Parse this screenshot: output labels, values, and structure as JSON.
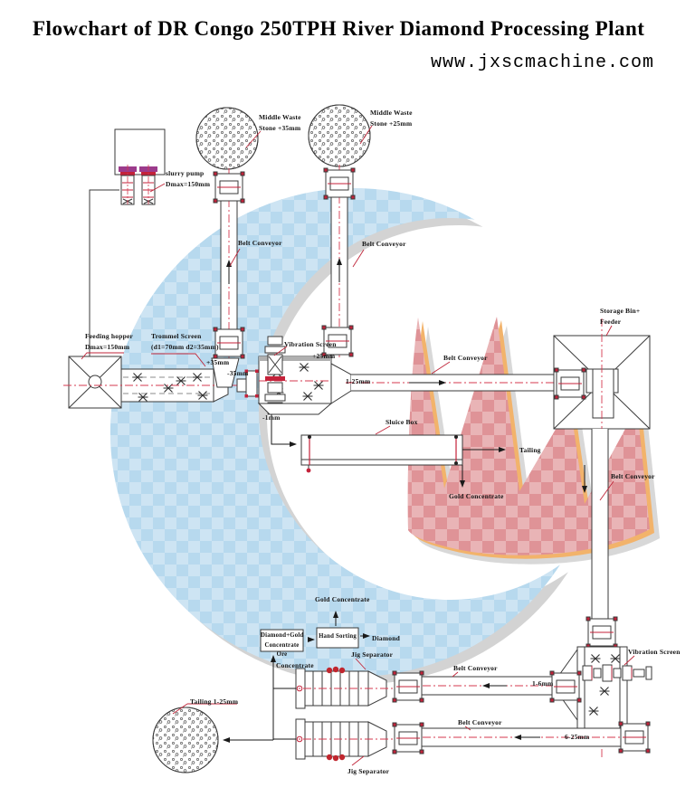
{
  "header": {
    "title": "Flowchart of DR Congo 250TPH River Diamond Processing Plant",
    "website": "www.jxscmachine.com"
  },
  "labels": {
    "slurry_pump": "slurry pump\nDmax=150mm",
    "middle_waste_1": "Middle Waste\nStone +35mm",
    "middle_waste_2": "Middle Waste\nStone +25mm",
    "belt_conveyor": "Belt Conveyor",
    "feeding_hopper": "Feeding hopper\nDmax=150mm",
    "trommel_screen": "Trommel Screen\n(d1=70mm d2=35mm)",
    "plus_35": "+35mm",
    "minus_35": "-35mm",
    "plus_25": "+25mm",
    "minus_1": "-1mm",
    "vibration_screen": "Vibration Screen",
    "range_1_25": "1-25mm",
    "range_1_6": "1-6mm",
    "range_6_25": "6-25mm",
    "storage_bin": "Storage Bin+\nFeeder",
    "sluice_box": "Sluice Box",
    "tailing": "Tailing",
    "gold_concentrate": "Gold Concentrate",
    "diamond_gold_ore": "Diamond+Gold\nConcentrate Ore",
    "hand_sorting": "Hand Sorting",
    "diamond": "Diamond",
    "concentrate": "Concentrate",
    "jig_separator": "Jig Separator",
    "tailing_size": "Tailing 1-25mm"
  },
  "colors": {
    "line": "#3a3a3a",
    "accent_red": "#c4223a",
    "centerline_red": "#d5394f",
    "pump_cap": "#9c3b8c",
    "watermark_blue": "#b7d9ee",
    "crown_pink": "#df9397",
    "crown_orange": "#f2b36b",
    "shadow_gray": "#a8a8a8"
  }
}
